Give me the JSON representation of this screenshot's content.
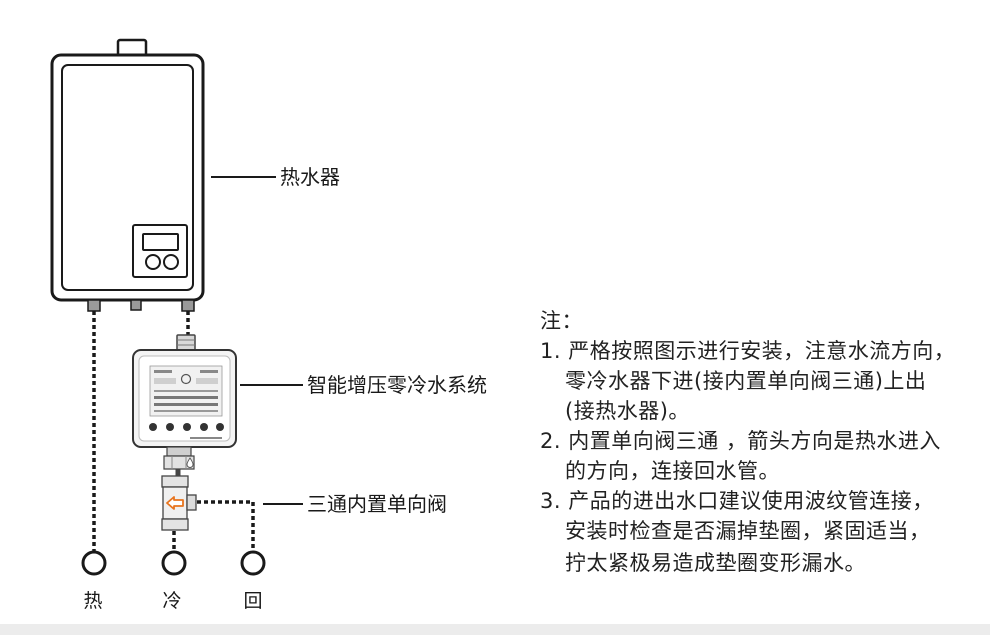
{
  "labels": {
    "water_heater": "热水器",
    "booster_system": "智能增压零冷水系统",
    "three_way_valve": "三通内置单向阀"
  },
  "ports": {
    "hot": "热",
    "cold": "冷",
    "return": "回"
  },
  "notes": {
    "heading": "注：",
    "items": [
      {
        "lines": [
          "1. 严格按照图示进行安装，注意水流方向，",
          "零冷水器下进(接内置单向阀三通)上出",
          "(接热水器)。"
        ]
      },
      {
        "lines": [
          "2. 内置单向阀三通 ，箭头方向是热水进入",
          "的方向，连接回水管。"
        ]
      },
      {
        "lines": [
          "3.  产品的进出水口建议使用波纹管连接，",
          "安装时检查是否漏掉垫圈，紧固适当，",
          "拧太紧极易造成垫圈变形漏水。"
        ]
      }
    ]
  },
  "colors": {
    "line": "#1a1a1a",
    "arrow": "#e8741e",
    "background": "#ffffff"
  }
}
